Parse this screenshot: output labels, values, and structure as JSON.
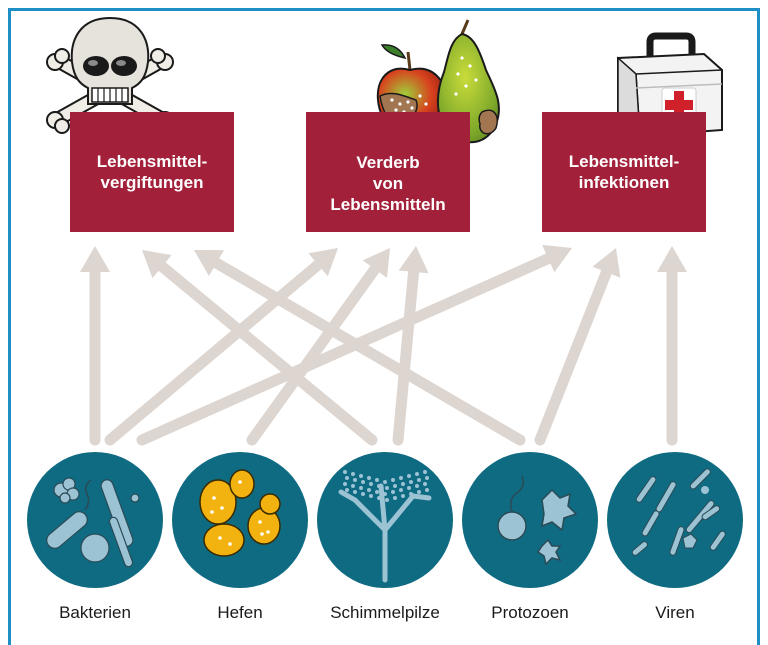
{
  "colors": {
    "frame": "#1e8fc4",
    "box": "#a3203a",
    "box_text": "#ffffff",
    "arrow": "#ddd5d0",
    "circle": "#0f6b82",
    "circle_shapes": "#9cc3d4",
    "yeast": "#f2b20f",
    "caption_text": "#1a1a1a"
  },
  "outcomes": [
    {
      "id": "poisoning",
      "lines": [
        "Lebensmittel-",
        "vergiftungen"
      ],
      "icon": "skull-crossbones-icon"
    },
    {
      "id": "spoilage",
      "lines": [
        "Verderb",
        "von",
        "Lebensmitteln"
      ],
      "icon": "spoiled-fruit-icon"
    },
    {
      "id": "infection",
      "lines": [
        "Lebensmittel-",
        "infektionen"
      ],
      "icon": "first-aid-kit-icon"
    }
  ],
  "organisms": [
    {
      "label": "Bakterien",
      "icon": "bacteria-icon"
    },
    {
      "label": "Hefen",
      "icon": "yeast-icon"
    },
    {
      "label": "Schimmelpilze",
      "icon": "mold-icon"
    },
    {
      "label": "Protozoen",
      "icon": "protozoa-icon"
    },
    {
      "label": "Viren",
      "icon": "virus-icon"
    }
  ],
  "links": [
    {
      "from": "Bakterien",
      "to": "poisoning"
    },
    {
      "from": "Bakterien",
      "to": "spoilage"
    },
    {
      "from": "Bakterien",
      "to": "infection"
    },
    {
      "from": "Hefen",
      "to": "spoilage"
    },
    {
      "from": "Schimmelpilze",
      "to": "poisoning"
    },
    {
      "from": "Schimmelpilze",
      "to": "spoilage"
    },
    {
      "from": "Protozoen",
      "to": "poisoning"
    },
    {
      "from": "Protozoen",
      "to": "infection"
    },
    {
      "from": "Viren",
      "to": "infection"
    }
  ]
}
